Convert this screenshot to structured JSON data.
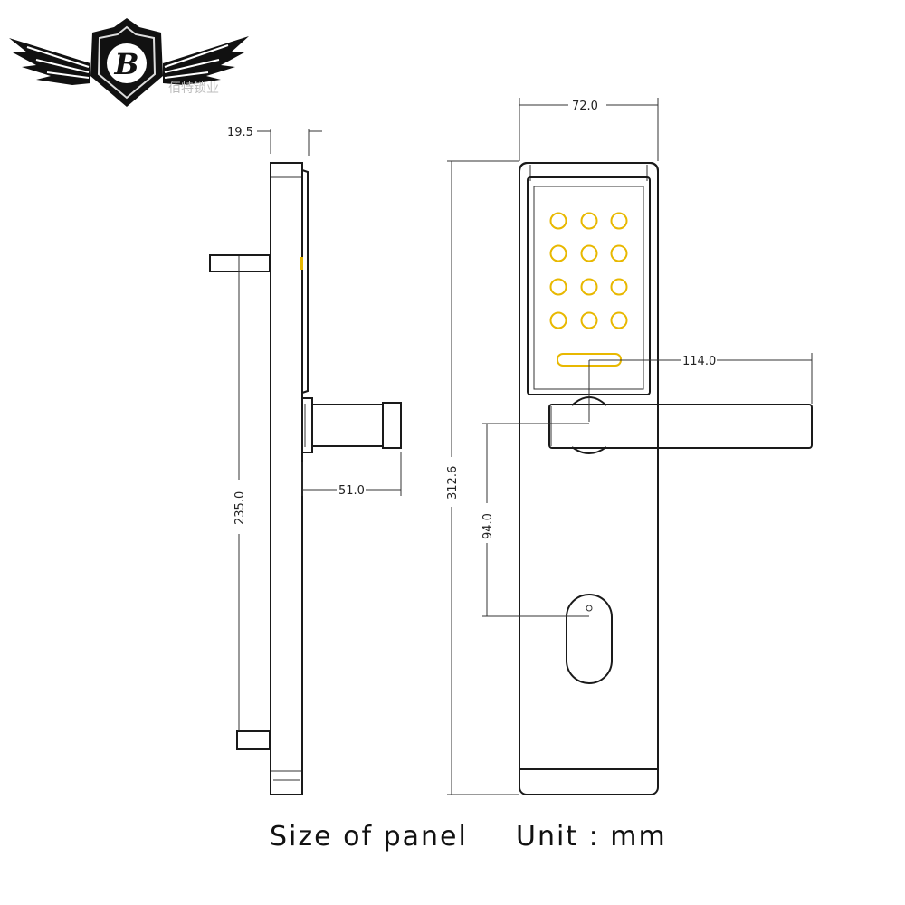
{
  "logo": {
    "monogram": "B",
    "text": "佰特锁业"
  },
  "dimensions": {
    "panel_width": "72.0",
    "panel_height": "312.6",
    "handle_length": "114.0",
    "handle_to_keyhole": "94.0",
    "side_thickness": "19.5",
    "handle_depth": "51.0",
    "spindle_to_bolt": "235.0"
  },
  "caption": {
    "title": "Size of panel",
    "unit": "Unit : mm"
  },
  "colors": {
    "line": "#1a1a1a",
    "button_ring": "#e8b800"
  }
}
